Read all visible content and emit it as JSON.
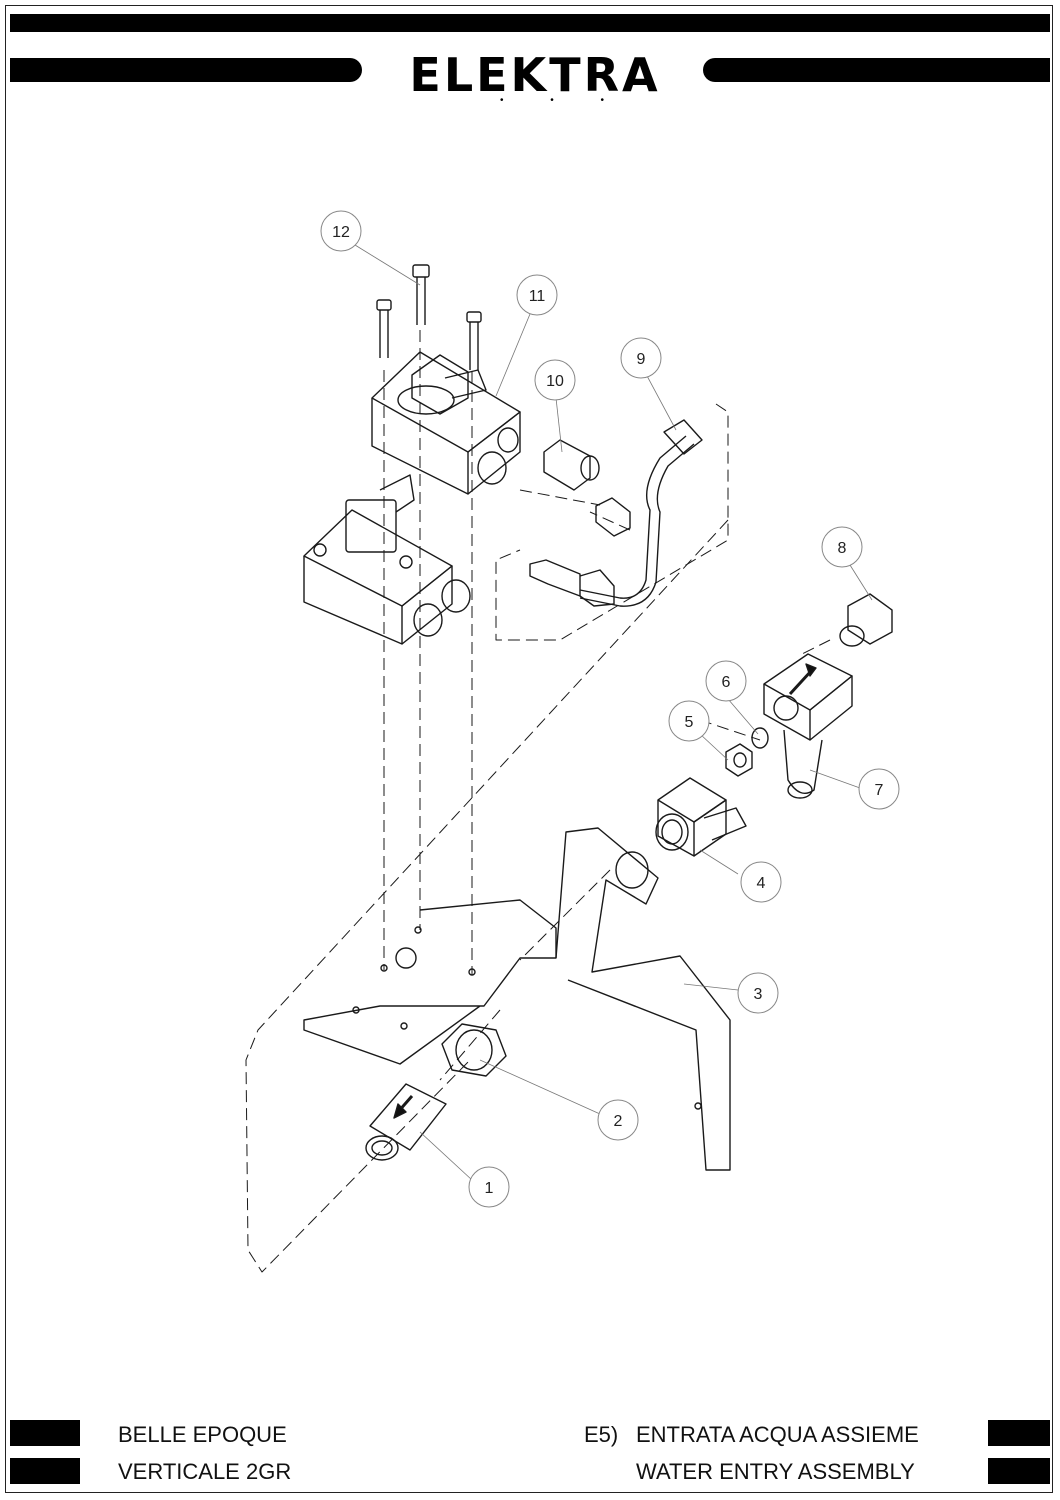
{
  "brand": {
    "name": "ELEKTRA",
    "dots": "• • •"
  },
  "callouts": [
    {
      "label": "1"
    },
    {
      "label": "2"
    },
    {
      "label": "3"
    },
    {
      "label": "4"
    },
    {
      "label": "5"
    },
    {
      "label": "6"
    },
    {
      "label": "7"
    },
    {
      "label": "8"
    },
    {
      "label": "9"
    },
    {
      "label": "10"
    },
    {
      "label": "11"
    },
    {
      "label": "12"
    }
  ],
  "footer": {
    "model_line1": "BELLE EPOQUE",
    "model_line2": "VERTICALE 2GR",
    "section_code": "E5)",
    "title_it": "ENTRATA ACQUA ASSIEME",
    "title_en": "WATER ENTRY ASSEMBLY"
  }
}
